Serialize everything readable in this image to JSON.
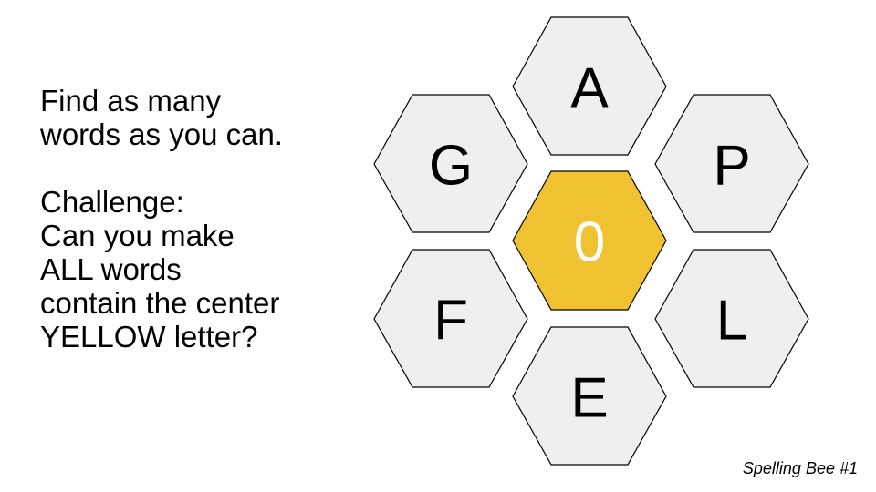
{
  "instructions": {
    "line1": "Find as many",
    "line2": "words as you can.",
    "challenge_title": "Challenge:",
    "challenge_line1": "Can you make",
    "challenge_line2": "ALL words",
    "challenge_line3": "contain the center",
    "challenge_line4": "YELLOW letter?"
  },
  "hive": {
    "center": {
      "letter": "0",
      "fill": "#F0C232",
      "text_color": "#FFFFFF"
    },
    "outer_fill": "#EFEFEF",
    "outer_text_color": "#000000",
    "letters": {
      "top": "A",
      "upper_left": "G",
      "upper_right": "P",
      "lower_left": "F",
      "lower_right": "L",
      "bottom": "E"
    }
  },
  "footer": {
    "label": "Spelling Bee #1"
  }
}
